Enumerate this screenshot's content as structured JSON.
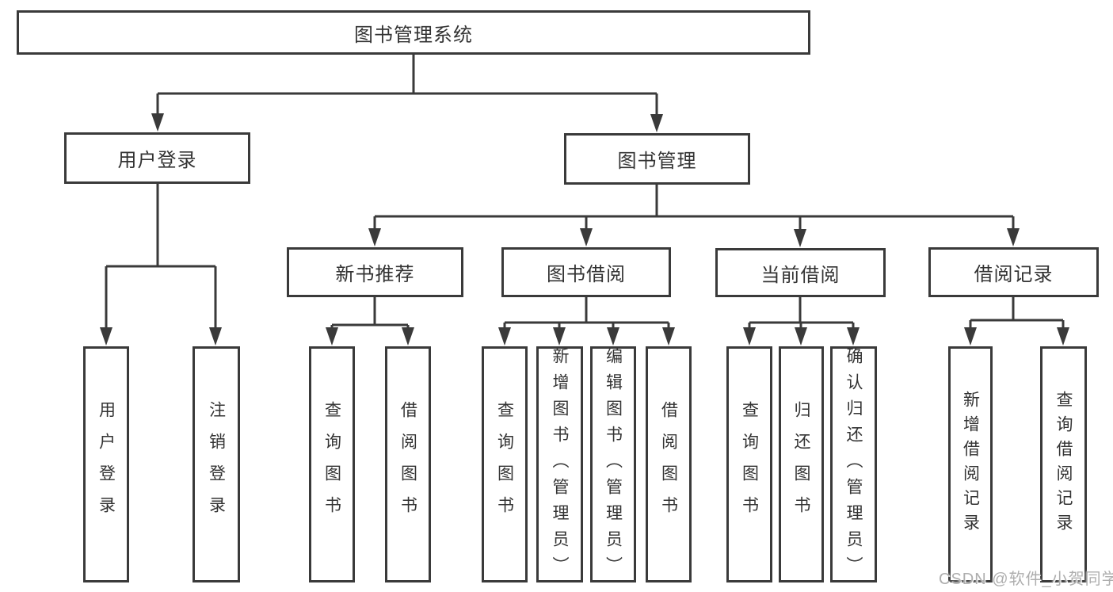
{
  "tree": {
    "root": {
      "label": "图书管理系统",
      "children": [
        {
          "label": "用户登录",
          "children": [
            {
              "label": "用户登录"
            },
            {
              "label": "注销登录"
            }
          ]
        },
        {
          "label": "图书管理",
          "children": [
            {
              "label": "新书推荐",
              "children": [
                {
                  "label": "查询图书"
                },
                {
                  "label": "借阅图书"
                }
              ]
            },
            {
              "label": "图书借阅",
              "children": [
                {
                  "label": "查询图书"
                },
                {
                  "label": "新增图书（管理员）"
                },
                {
                  "label": "编辑图书（管理员）"
                },
                {
                  "label": "借阅图书"
                }
              ]
            },
            {
              "label": "当前借阅",
              "children": [
                {
                  "label": "查询图书"
                },
                {
                  "label": "归还图书"
                },
                {
                  "label": "确认归还（管理员）"
                }
              ]
            },
            {
              "label": "借阅记录",
              "children": [
                {
                  "label": "新增借阅记录"
                },
                {
                  "label": "查询借阅记录"
                }
              ]
            }
          ]
        }
      ]
    }
  },
  "watermark": "CSDN @软件_小贺同学",
  "colors": {
    "line": "#3a3a3a",
    "text": "#333333",
    "watermark": "#aeaeae"
  }
}
